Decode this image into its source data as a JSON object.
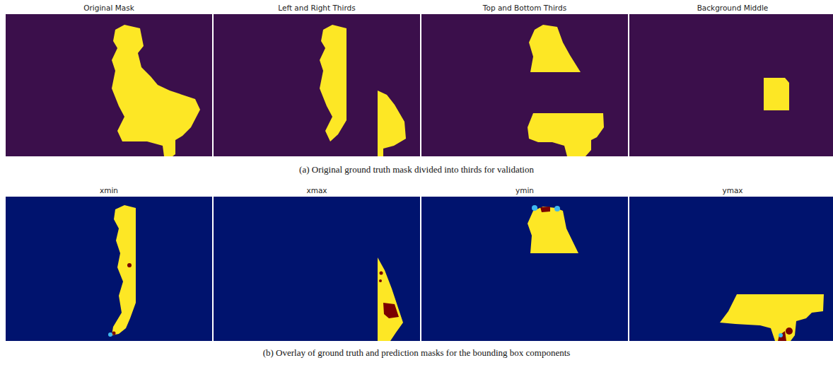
{
  "diagram": {
    "nodes": [
      {
        "text": [
          "Original Mask"
        ]
      },
      {
        "text": [
          "Left and Right Thirds"
        ]
      },
      {
        "text": [
          "Top and Bottom Thirds"
        ]
      },
      {
        "text": [
          "Background Middle"
        ]
      },
      {
        "text": [
          "xmin"
        ]
      },
      {
        "text": [
          "xmax"
        ]
      },
      {
        "text": [
          "ymin"
        ]
      },
      {
        "text": [
          "ymax"
        ]
      }
    ],
    "labels": [
      "(a) Original ground truth mask divided into thirds for validation",
      "(b) Overlay of ground truth and prediction masks for the bounding box components"
    ]
  }
}
